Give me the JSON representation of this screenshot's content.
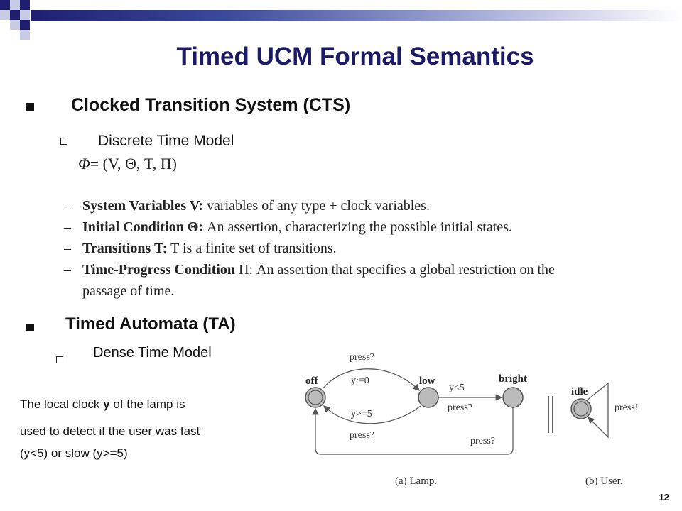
{
  "slide": {
    "title": "Timed UCM Formal Semantics",
    "page_number": "12"
  },
  "cts": {
    "heading": "Clocked Transition System (CTS)",
    "sub": "Discrete Time Model",
    "formula_phi": "Φ",
    "formula_rest": "= (V, Θ, T, Π)",
    "items": [
      {
        "term": "System Variables V:",
        "text": " variables of any type + clock variables."
      },
      {
        "term": "Initial Condition Θ:",
        "text": " An assertion, characterizing the possible initial states."
      },
      {
        "term": "Transitions T:",
        "text": " T is a finite set of transitions."
      },
      {
        "term": "Time-Progress Condition",
        "text": " Π: An assertion that specifies a global restriction on the"
      }
    ],
    "continuation": "passage of time."
  },
  "ta": {
    "heading": "Timed Automata (TA)",
    "sub": "Dense Time Model"
  },
  "note": {
    "line1_before": "The local clock ",
    "line1_bold": "y",
    "line1_after": " of the lamp is",
    "line2": "used to detect if the user was fast",
    "line3": "(y<5) or slow (y>=5)"
  },
  "diagram": {
    "states": {
      "off": "off",
      "low": "low",
      "bright": "bright",
      "idle": "idle"
    },
    "labels": {
      "press_top": "press?",
      "reset": "y:=0",
      "geq5": "y>=5",
      "press_bottom": "press?",
      "lt5": "y<5",
      "press_mid": "press?",
      "press_return": "press?",
      "press_user": "press!"
    },
    "captions": {
      "lamp": "(a) Lamp.",
      "user": "(b) User."
    }
  }
}
